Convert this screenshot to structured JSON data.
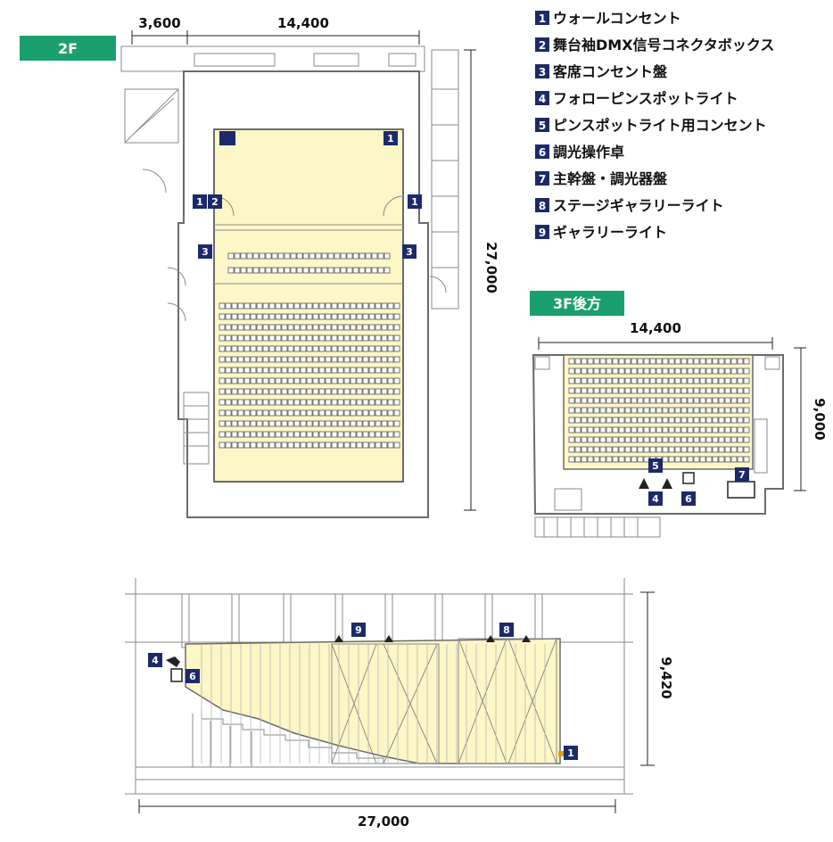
{
  "colors": {
    "badge": "#1c2a6b",
    "tag": "#1aa06e",
    "floor": "#fdf6c6"
  },
  "floor_tags": {
    "f2": "2F",
    "f3": "3F後方"
  },
  "dimensions": {
    "plan_w1": "3,600",
    "plan_w2": "14,400",
    "plan_h": "27,000",
    "f3_w": "14,400",
    "f3_h": "9,000",
    "sec_h": "9,420",
    "sec_w": "27,000"
  },
  "legend": [
    {
      "no": "1",
      "label": "ウォールコンセント"
    },
    {
      "no": "2",
      "label": "舞台袖DMX信号コネクタボックス"
    },
    {
      "no": "3",
      "label": "客席コンセント盤"
    },
    {
      "no": "4",
      "label": "フォローピンスポットライト"
    },
    {
      "no": "5",
      "label": "ピンスポットライト用コンセント"
    },
    {
      "no": "6",
      "label": "調光操作卓"
    },
    {
      "no": "7",
      "label": "主幹盤・調光器盤"
    },
    {
      "no": "8",
      "label": "ステージギャラリーライト"
    },
    {
      "no": "9",
      "label": "ギャラリーライト"
    }
  ],
  "markers": {
    "plan_1a": "1",
    "plan_1b": "1",
    "plan_1c": "1",
    "plan_2": "2",
    "plan_3a": "3",
    "plan_3b": "3",
    "f3_5": "5",
    "f3_4": "4",
    "f3_6": "6",
    "f3_7": "7",
    "sec_4": "4",
    "sec_6": "6",
    "sec_9": "9",
    "sec_8": "8",
    "sec_1": "1"
  }
}
